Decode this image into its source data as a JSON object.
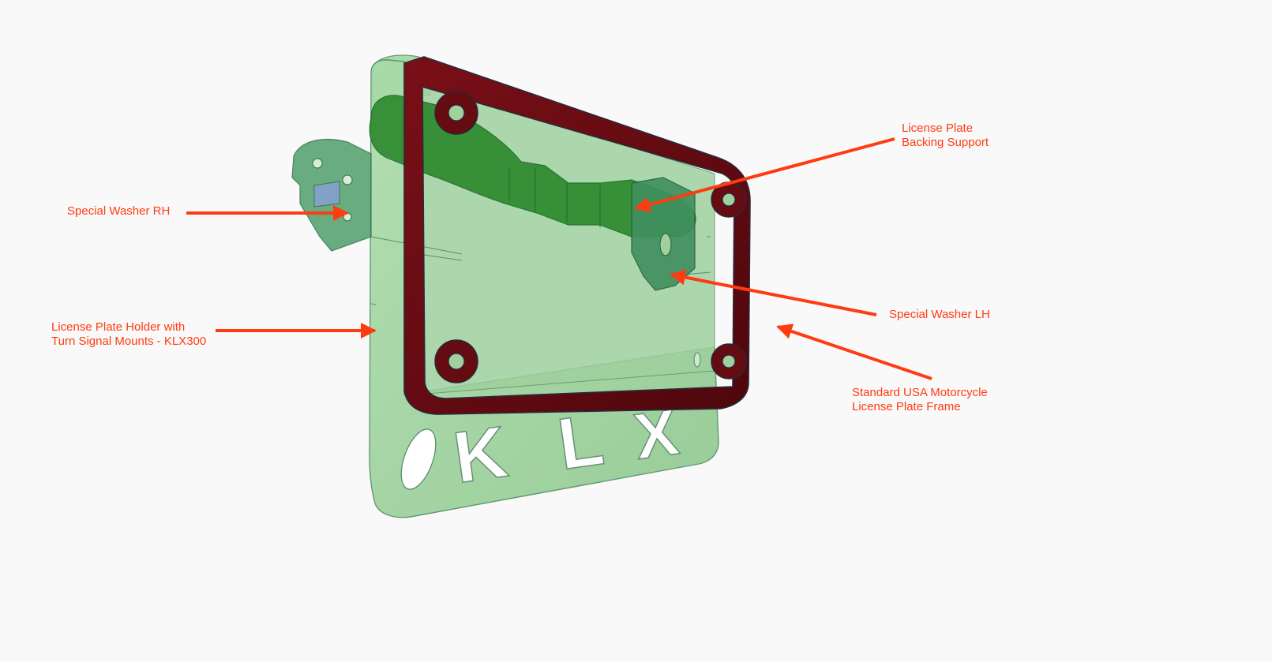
{
  "colors": {
    "background": "#f9f9f9",
    "callout": "#ff3b12",
    "holder_fill": "#9bd39a",
    "holder_edge": "#4f8a64",
    "backing_support": "#2e8b2e",
    "washer": "#3f8f5e",
    "frame": "#6b0c12",
    "frame_edge": "#2a2a3a"
  },
  "embossed_text": {
    "letters": [
      "K",
      "L",
      "X"
    ]
  },
  "callouts": {
    "washer_rh": {
      "text": "Special Washer RH"
    },
    "holder": {
      "text": "License Plate Holder with\nTurn Signal Mounts - KLX300"
    },
    "backing": {
      "text": "License Plate\nBacking Support"
    },
    "washer_lh": {
      "text": "Special Washer LH"
    },
    "frame": {
      "text": "Standard USA Motorcycle\nLicense Plate Frame"
    }
  }
}
